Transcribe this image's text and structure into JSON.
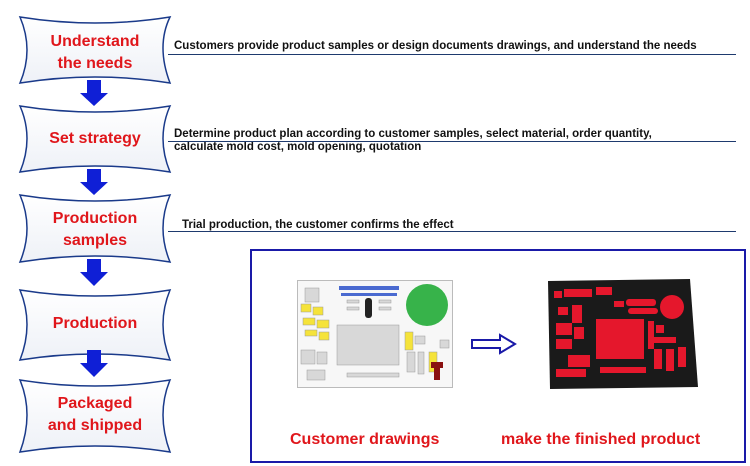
{
  "steps": [
    {
      "label_line1": "Understand",
      "label_line2": "the needs",
      "description_line1": "Customers provide product samples or design documents drawings, and understand the needs",
      "description_line2": ""
    },
    {
      "label_line1": "Set strategy",
      "label_line2": "",
      "description_line1": "Determine product plan according to customer samples, select material, order quantity,",
      "description_line2": "calculate mold cost, mold opening, quotation"
    },
    {
      "label_line1": "Production",
      "label_line2": "samples",
      "description_line1": "Trial production, the customer confirms the effect",
      "description_line2": ""
    },
    {
      "label_line1": "Production",
      "label_line2": "",
      "description_line1": "",
      "description_line2": ""
    },
    {
      "label_line1": "Packaged",
      "label_line2": "and shipped",
      "description_line1": "",
      "description_line2": ""
    }
  ],
  "panel": {
    "left_caption": "Customer drawings",
    "right_caption": "make the finished product"
  },
  "colors": {
    "label_red": "#e0161b",
    "arrow_blue": "#0f1fd6",
    "outline_blue": "#1a3a8a",
    "panel_border": "#1a1aa8"
  }
}
